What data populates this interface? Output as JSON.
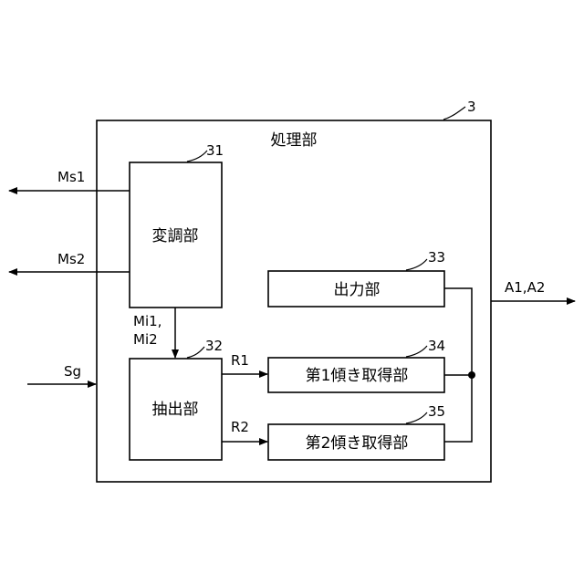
{
  "diagram": {
    "unit_ref": "3",
    "unit_label": "処理部",
    "blocks": {
      "modulator": {
        "label": "変調部",
        "ref": "31"
      },
      "extractor": {
        "label": "抽出部",
        "ref": "32"
      },
      "output": {
        "label": "出力部",
        "ref": "33"
      },
      "slope1": {
        "label": "第1傾き取得部",
        "ref": "34"
      },
      "slope2": {
        "label": "第2傾き取得部",
        "ref": "35"
      }
    },
    "signals": {
      "ms1": "Ms1",
      "ms2": "Ms2",
      "sg": "Sg",
      "mi_line1": "Mi1,",
      "mi_line2": "Mi2",
      "r1": "R1",
      "r2": "R2",
      "a_out": "A1,A2"
    }
  }
}
